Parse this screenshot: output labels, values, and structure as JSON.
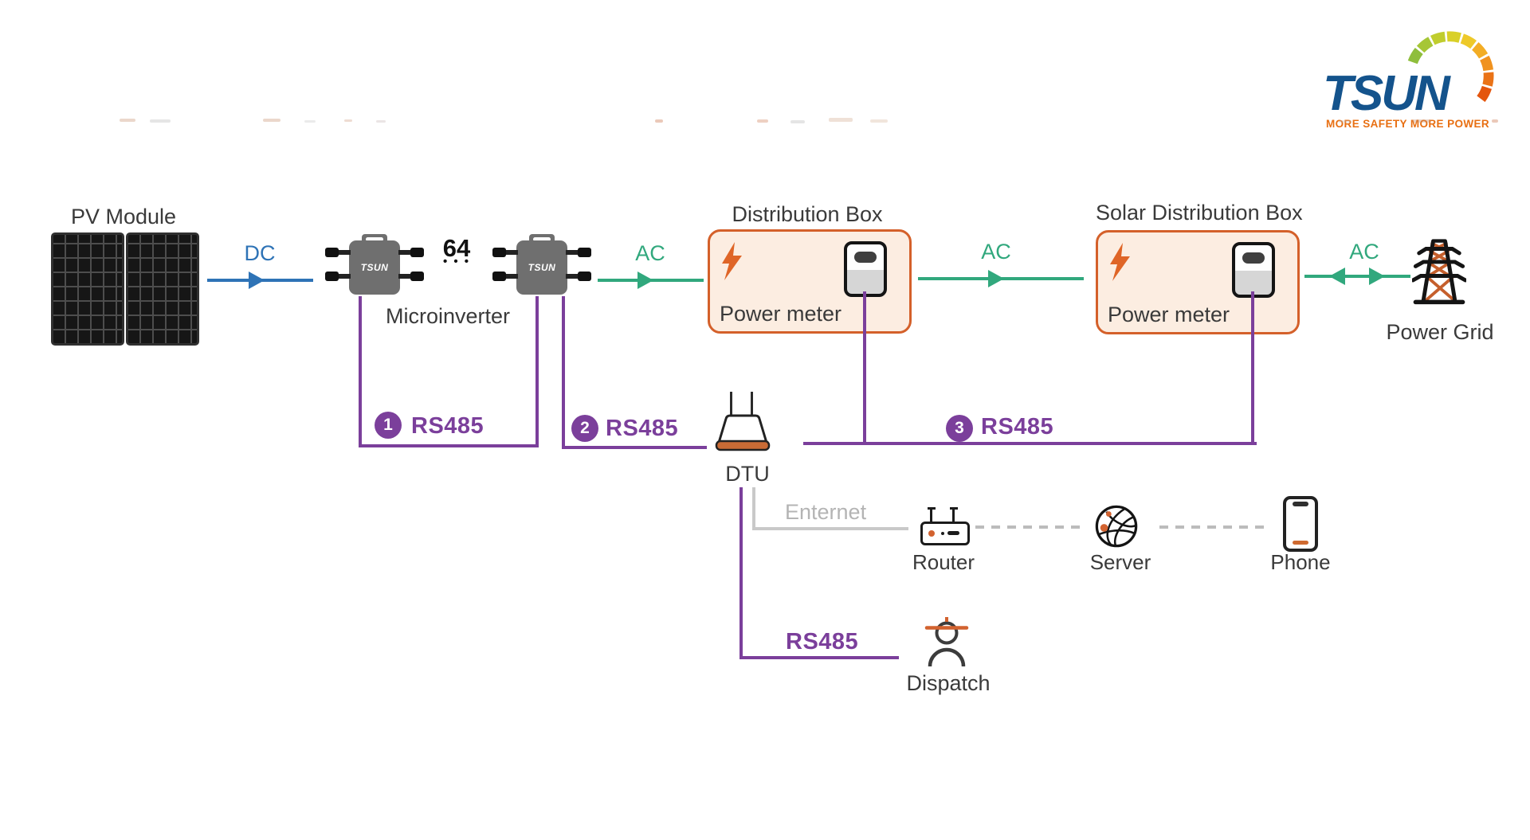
{
  "logo": {
    "brand": "TSUN",
    "tagline": "MORE SAFETY MORE POWER"
  },
  "nodes": {
    "pv_module": {
      "label": "PV Module"
    },
    "microinverter": {
      "label": "Microinverter",
      "device_brand": "TSUN",
      "count": "64",
      "ellipsis": "• • •"
    },
    "distribution_box": {
      "title": "Distribution Box",
      "meter_label": "Power meter"
    },
    "solar_distribution_box": {
      "title": "Solar Distribution Box",
      "meter_label": "Power meter"
    },
    "power_grid": {
      "label": "Power Grid"
    },
    "dtu": {
      "label": "DTU"
    },
    "router": {
      "label": "Router"
    },
    "server": {
      "label": "Server"
    },
    "phone": {
      "label": "Phone"
    },
    "dispatch": {
      "label": "Dispatch"
    }
  },
  "links": {
    "dc": {
      "label": "DC"
    },
    "ac1": {
      "label": "AC"
    },
    "ac2": {
      "label": "AC"
    },
    "ac3": {
      "label": "AC"
    },
    "rs485_1": {
      "num": "1",
      "label": "RS485"
    },
    "rs485_2": {
      "num": "2",
      "label": "RS485"
    },
    "rs485_3": {
      "num": "3",
      "label": "RS485"
    },
    "ethernet": {
      "label": "Enternet"
    },
    "rs485_dispatch": {
      "label": "RS485"
    }
  },
  "colors": {
    "purple": "#7b3f9b",
    "green": "#31a87d",
    "blue": "#2e73b6",
    "orange": "#d4602a",
    "box_fill": "#fcede1",
    "gray_line": "#c9c9c9",
    "gray_text": "#b4b4b4",
    "logo_blue": "#14538c",
    "logo_orange": "#e86f12",
    "text": "#3a3a3a"
  }
}
